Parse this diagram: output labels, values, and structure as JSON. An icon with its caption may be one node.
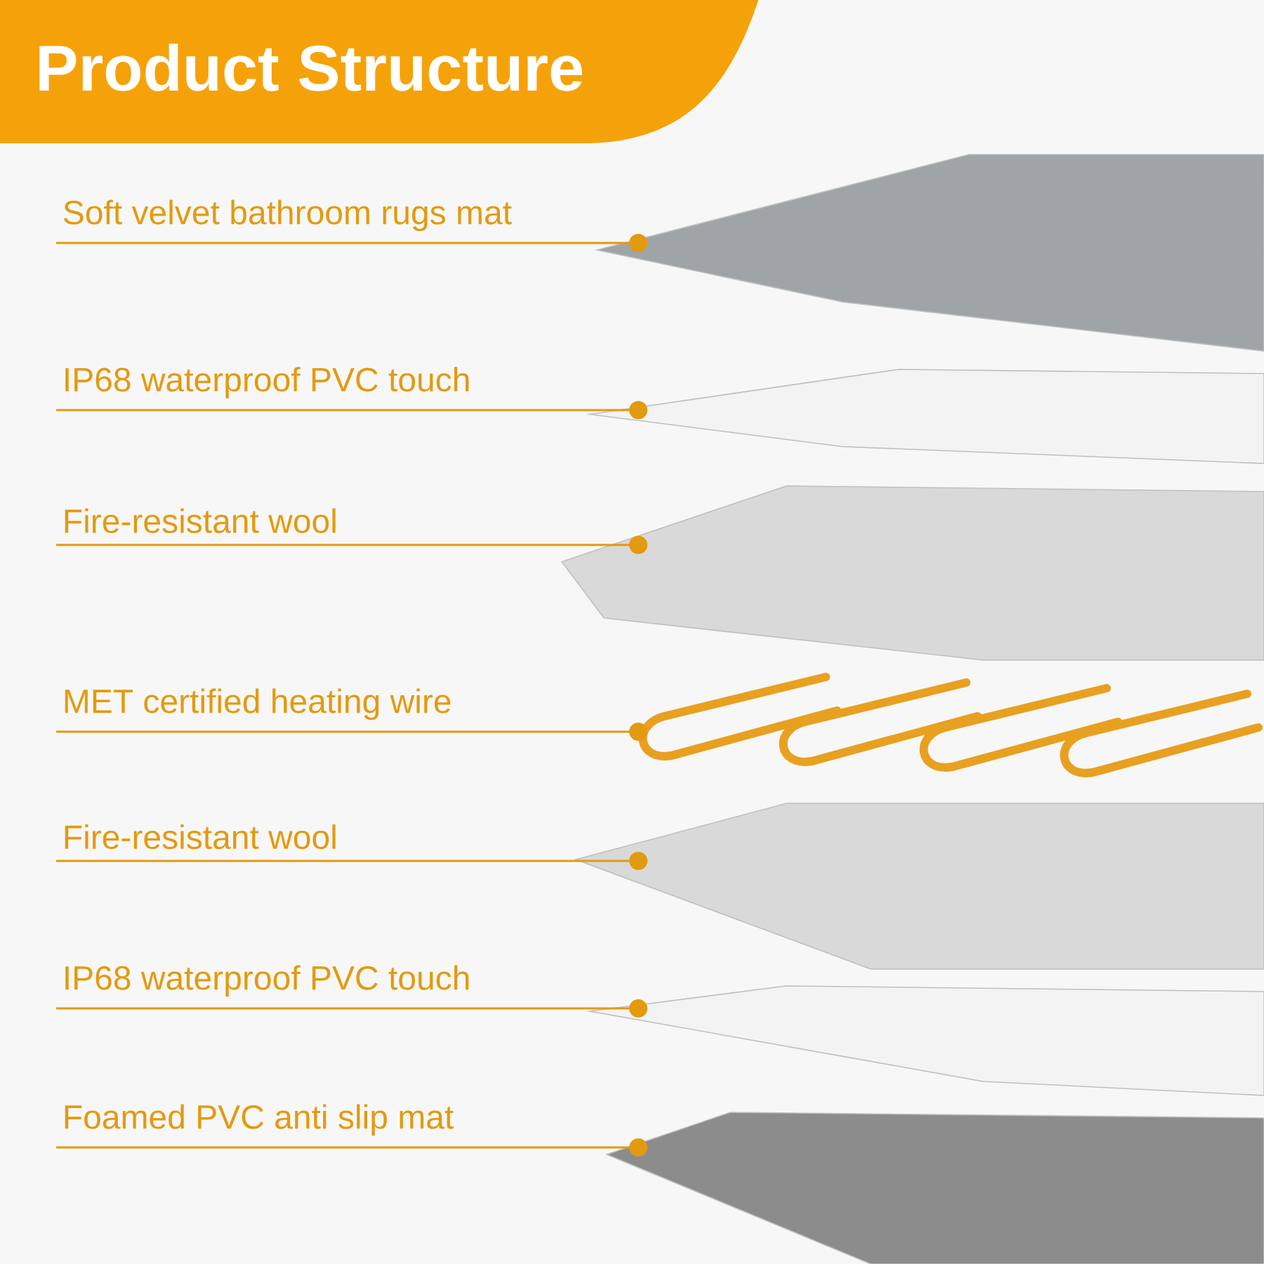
{
  "diagram": {
    "title": "Product Structure",
    "nodes": [
      {
        "text": [
          "Soft velvet bathroom rugs mat"
        ]
      },
      {
        "text": [
          "IP68 waterproof PVC touch"
        ]
      },
      {
        "text": [
          "Fire-resistant wool"
        ]
      },
      {
        "text": [
          "MET certified heating wire"
        ]
      },
      {
        "text": [
          "Fire-resistant wool"
        ]
      },
      {
        "text": [
          "IP68 waterproof PVC touch"
        ]
      },
      {
        "text": [
          "Foamed PVC anti slip mat"
        ]
      },
      {
        "text": [],
        "shape": "picture"
      },
      {
        "text": [],
        "shape": "picture"
      },
      {
        "text": [],
        "shape": "picture"
      },
      {
        "text": [],
        "shape": "picture"
      },
      {
        "text": [],
        "shape": "picture"
      },
      {
        "text": [],
        "shape": "picture"
      },
      {
        "text": [],
        "shape": "picture"
      }
    ],
    "edges": [
      {
        "from": 0,
        "to": 7,
        "arrow": "other"
      },
      {
        "from": 1,
        "to": 8,
        "arrow": "other"
      },
      {
        "from": 2,
        "to": 9,
        "arrow": "other"
      },
      {
        "from": 3,
        "to": 10,
        "arrow": "other"
      },
      {
        "from": 4,
        "to": 11,
        "arrow": "other"
      },
      {
        "from": 5,
        "to": 12,
        "arrow": "other"
      },
      {
        "from": 6,
        "to": 13,
        "arrow": "other"
      }
    ]
  }
}
